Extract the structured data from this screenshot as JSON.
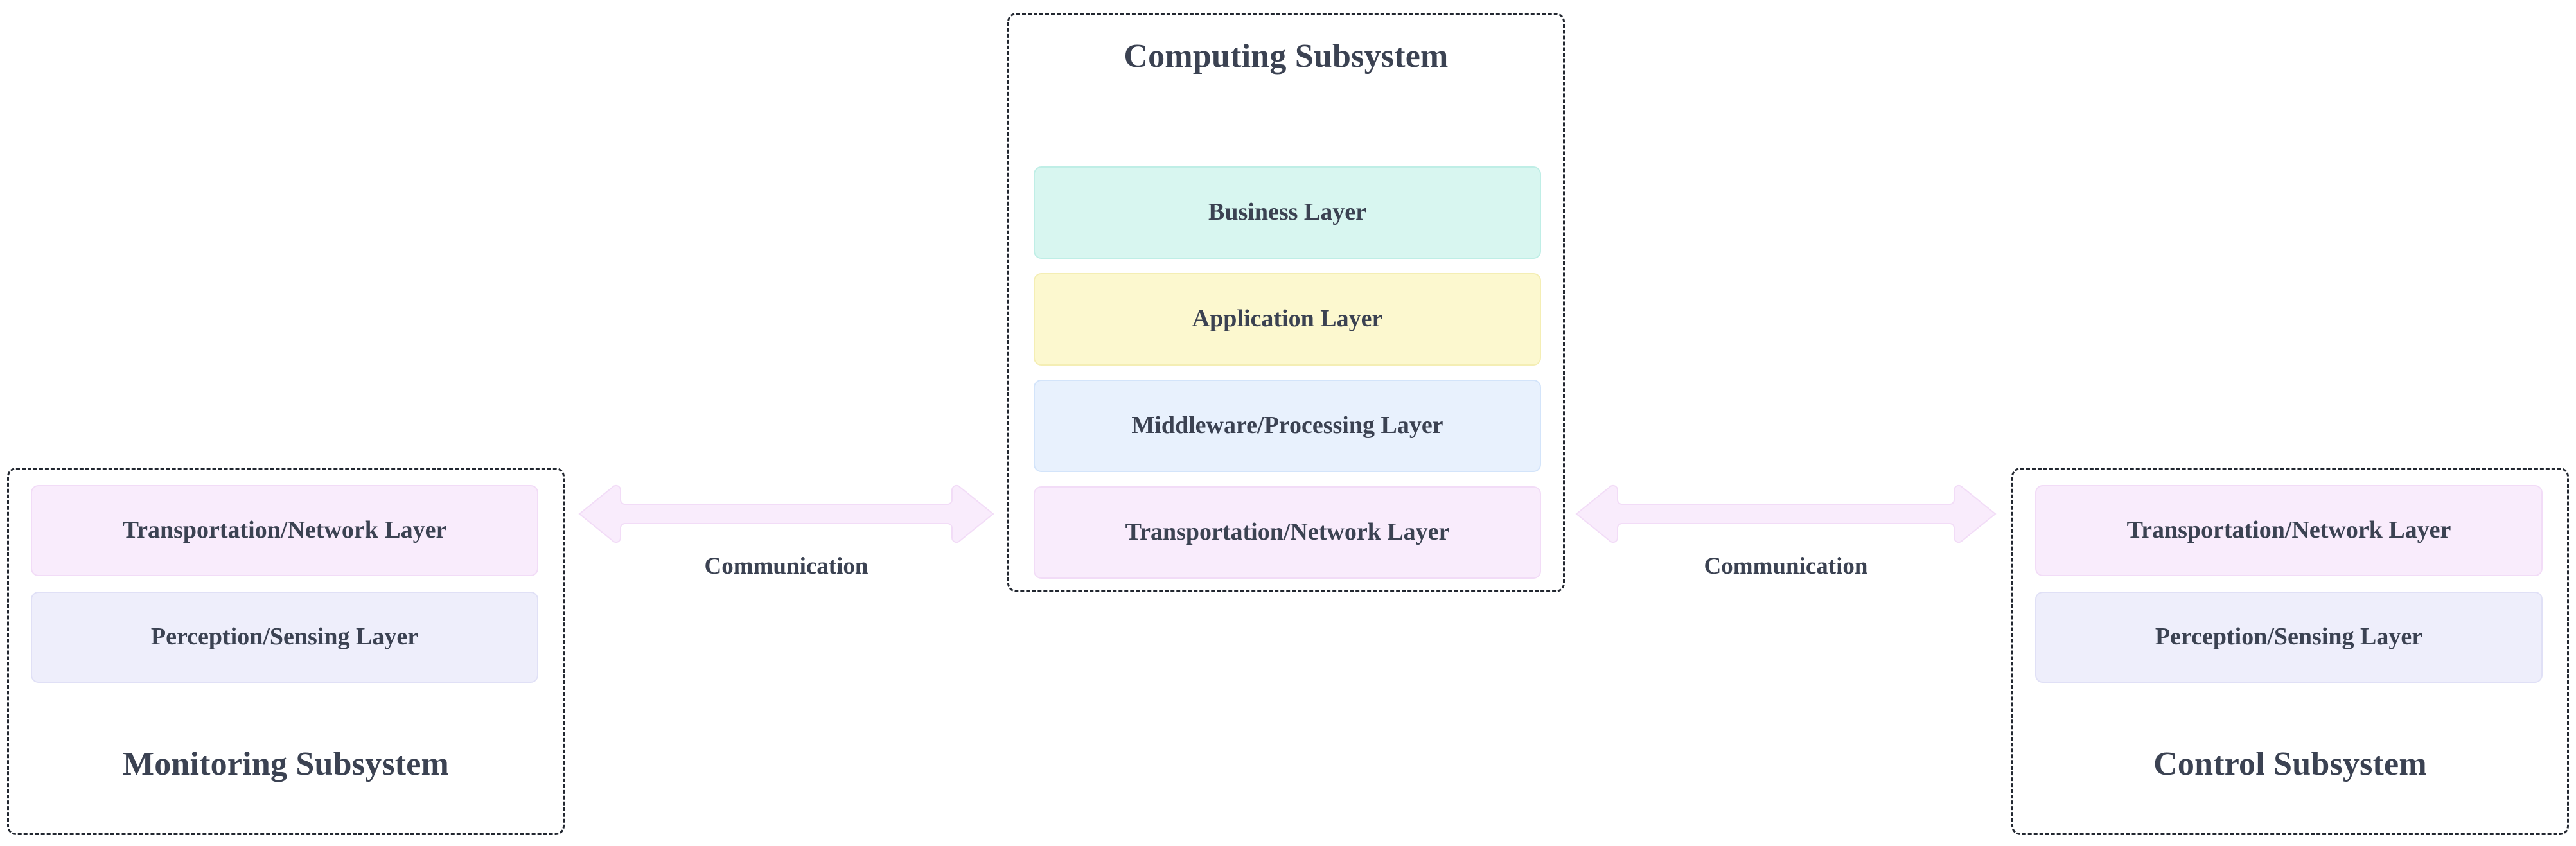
{
  "diagram": {
    "title_text_color": "#3b4252",
    "container_border_color": "#222730",
    "background": "#ffffff"
  },
  "computing_subsystem": {
    "title": "Computing Subsystem",
    "layers": [
      {
        "label": "Business Layer",
        "color": "#d8f6f0",
        "border": "#bfeee6"
      },
      {
        "label": "Application Layer",
        "color": "#fcf8cf",
        "border": "#f4eeb4"
      },
      {
        "label": "Middleware/Processing Layer",
        "color": "#e8f1fd",
        "border": "#d3e4fa"
      },
      {
        "label": "Transportation/Network Layer",
        "color": "#f9ecfc",
        "border": "#f2dcf7"
      }
    ]
  },
  "monitoring_subsystem": {
    "title": "Monitoring Subsystem",
    "layers": [
      {
        "label": "Transportation/Network Layer",
        "color": "#f9ecfc",
        "border": "#f2dcf7"
      },
      {
        "label": "Perception/Sensing Layer",
        "color": "#eeeefb",
        "border": "#e0e0f6"
      }
    ]
  },
  "control_subsystem": {
    "title": "Control Subsystem",
    "layers": [
      {
        "label": "Transportation/Network Layer",
        "color": "#f9ecfc",
        "border": "#f2dcf7"
      },
      {
        "label": "Perception/Sensing Layer",
        "color": "#eeeefb",
        "border": "#e0e0f6"
      }
    ]
  },
  "connections": [
    {
      "label": "Communication",
      "color": "#f9ecfc",
      "border": "#f0dbf6",
      "direction": "bidirectional"
    },
    {
      "label": "Communication",
      "color": "#f9ecfc",
      "border": "#f0dbf6",
      "direction": "bidirectional"
    }
  ]
}
